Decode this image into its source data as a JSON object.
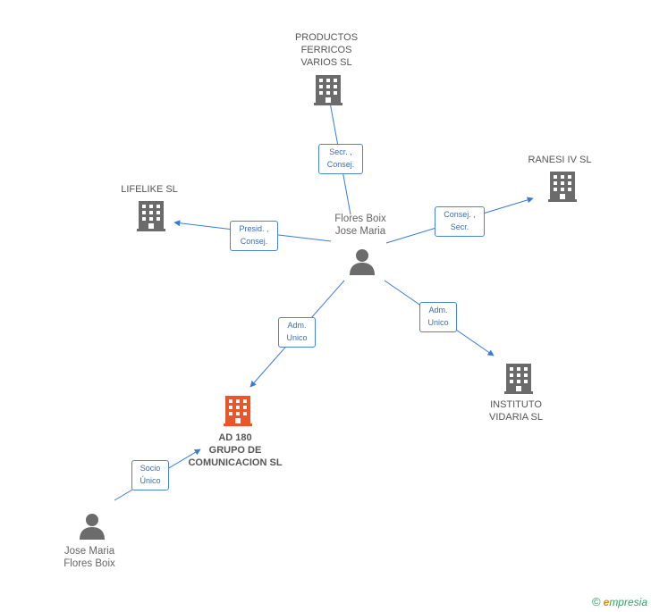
{
  "colors": {
    "edge": "#3a7bd5",
    "edge_box_border": "#4a86d0",
    "icon_gray": "#6b6b6b",
    "icon_focus": "#e8562a"
  },
  "nodes": {
    "productos_ferricos": {
      "label": "PRODUCTOS\nFERRICOS\nVARIOS  SL",
      "icon": "building-icon"
    },
    "ranesi": {
      "label": "RANESI IV SL",
      "icon": "building-icon"
    },
    "lifelike": {
      "label": "LIFELIKE SL",
      "icon": "building-icon"
    },
    "flores_boix_center": {
      "label": "Flores Boix\nJose Maria",
      "icon": "person-icon"
    },
    "ad180": {
      "label": "AD 180\nGRUPO DE\nCOMUNICACION SL",
      "icon": "building-icon"
    },
    "instituto_vidaria": {
      "label": "INSTITUTO\nVIDARIA SL",
      "icon": "building-icon"
    },
    "jose_maria_bottom": {
      "label": "Jose Maria\nFlores Boix",
      "icon": "person-icon"
    }
  },
  "edges": {
    "to_productos": "Secr. ,\nConsej.",
    "to_ranesi": "Consej. ,\nSecr.",
    "to_lifelike": "Presid. ,\nConsej.",
    "to_ad180": "Adm.\nUnico",
    "to_instituto": "Adm.\nUnico",
    "bottom_to_ad180": "Socio\nÚnico"
  },
  "brand": {
    "copyright": "©",
    "name_first": "e",
    "name_rest": "mpresia"
  }
}
